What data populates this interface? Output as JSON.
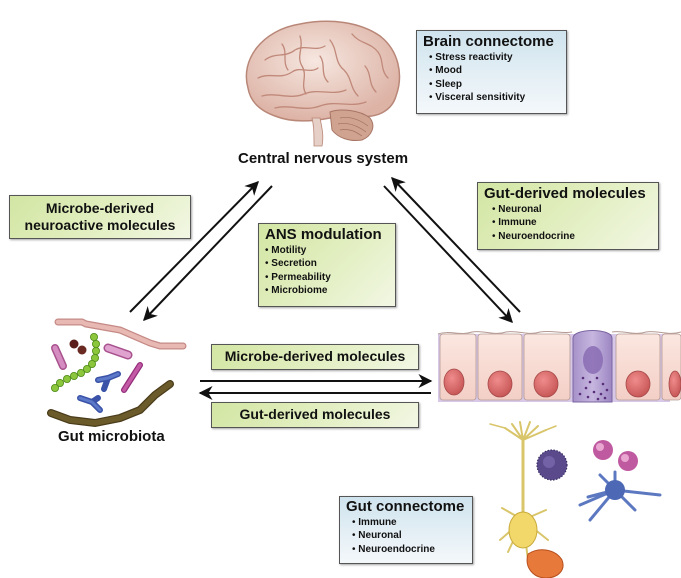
{
  "nodes": {
    "cns": {
      "label": "Central nervous system"
    },
    "microbiota": {
      "label": "Gut microbiota"
    }
  },
  "boxes": {
    "brain_connectome": {
      "title": "Brain connectome",
      "items": [
        "Stress reactivity",
        "Mood",
        "Sleep",
        "Visceral sensitivity"
      ]
    },
    "microbe_neuroactive": {
      "line1": "Microbe-derived",
      "line2": "neuroactive molecules"
    },
    "ans_modulation": {
      "title": "ANS modulation",
      "items": [
        "Motility",
        "Secretion",
        "Permeability",
        "Microbiome"
      ]
    },
    "gut_derived_top": {
      "title": "Gut-derived molecules",
      "items": [
        "Neuronal",
        "Immune",
        "Neuroendocrine"
      ]
    },
    "microbe_derived": {
      "label": "Microbe-derived molecules"
    },
    "gut_derived_bottom": {
      "label": "Gut-derived molecules"
    },
    "gut_connectome": {
      "title": "Gut connectome",
      "items": [
        "Immune",
        "Neuronal",
        "Neuroendocrine"
      ]
    }
  },
  "colors": {
    "green_box": "#d3e6a3",
    "blue_box": "#cfe3ee",
    "arrow": "#111111"
  },
  "illustrations": [
    "brain-illustration",
    "gut-microbiota-illustration",
    "intestinal-epithelium-illustration",
    "neuron-illustration",
    "immune-cells-illustration"
  ]
}
